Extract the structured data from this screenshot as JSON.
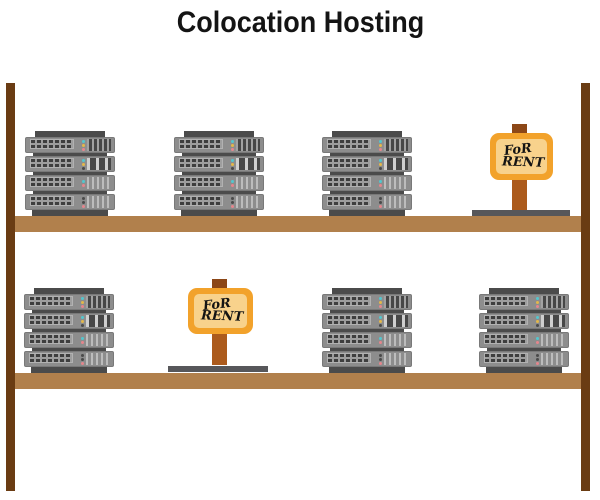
{
  "title": "Colocation Hosting",
  "sign": {
    "line1": "FoR",
    "line2": "RENT"
  },
  "colors": {
    "shelf": "#B1804C",
    "post": "#6A3C13",
    "unit_body": "#8D8D8D",
    "rack_dark": "#4B4B4B",
    "sign_frame": "#F2A22B",
    "sign_panel": "#F8D28C",
    "sign_post": "#AC5B1D",
    "sign_base": "#57575A",
    "led_cyan": "#53C6CE",
    "led_yellow": "#E3B84A",
    "led_pink": "#E5858D",
    "led_gray": "#4A4A4A"
  },
  "rack_units": [
    {
      "leds": [
        "#53C6CE",
        "#E3B84A",
        "#E5858D"
      ],
      "vent": "dense"
    },
    {
      "leds": [
        "#53C6CE",
        "#E3B84A",
        "#4A4A4A"
      ],
      "vent": "wide"
    },
    {
      "leds": [
        "#53C6CE",
        "#E5858D"
      ],
      "vent": "light"
    },
    {
      "leds": [
        "#4A4A4A",
        "#4A4A4A",
        "#E5858D"
      ],
      "vent": "light"
    }
  ],
  "stacks": [
    {
      "id": "top-1"
    },
    {
      "id": "top-2"
    },
    {
      "id": "top-3"
    },
    {
      "id": "bottom-1"
    },
    {
      "id": "bottom-2"
    },
    {
      "id": "bottom-3"
    }
  ],
  "signs": [
    {
      "id": "top"
    },
    {
      "id": "bottom"
    }
  ]
}
